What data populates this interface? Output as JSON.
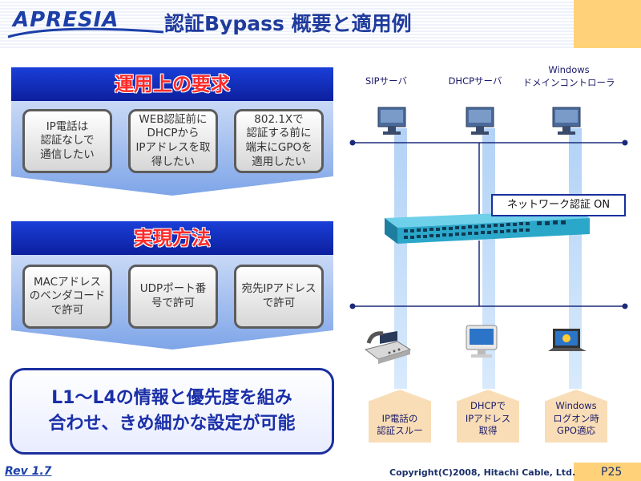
{
  "header": {
    "logo": "APRESIA",
    "title": "認証Bypass 概要と適用例"
  },
  "requirements": {
    "heading": "運用上の要求",
    "items": [
      "IP電話は\n認証なしで\n通信したい",
      "WEB認証前に\nDHCPから\nIPアドレスを取\n得したい",
      "802.1Xで\n認証する前に\n端末にGPOを\n適用したい"
    ]
  },
  "methods": {
    "heading": "実現方法",
    "items": [
      "MACアドレス\nのベンダコード\nで許可",
      "UDPポート番\n号で許可",
      "宛先IPアドレス\nで許可"
    ]
  },
  "summary": "L1～L4の情報と優先度を組み\n合わせ、きめ細かな設定が可能",
  "diagram": {
    "servers": [
      {
        "label": "SIPサーバ"
      },
      {
        "label": "DHCPサーバ"
      },
      {
        "label": "Windows\nドメインコントローラ"
      }
    ],
    "auth_callout": "ネットワーク認証 ON",
    "clients": [
      {
        "label": "IP電話の\n認証スルー"
      },
      {
        "label": "DHCPで\nIPアドレス\n取得"
      },
      {
        "label": "Windows\nログオン時\nGPO適応"
      }
    ]
  },
  "footer": {
    "revision": "Rev 1.7",
    "copyright": "Copyright(C)2008, Hitachi Cable, Ltd.",
    "page": "P25"
  },
  "colors": {
    "banner": "#0c1f9e",
    "banner_text": "#ff2a2a",
    "accent": "#ffd27a",
    "switch": "#2aa7c9",
    "beam": "#aacdf5",
    "callout_fill": "#f8ddb6"
  }
}
